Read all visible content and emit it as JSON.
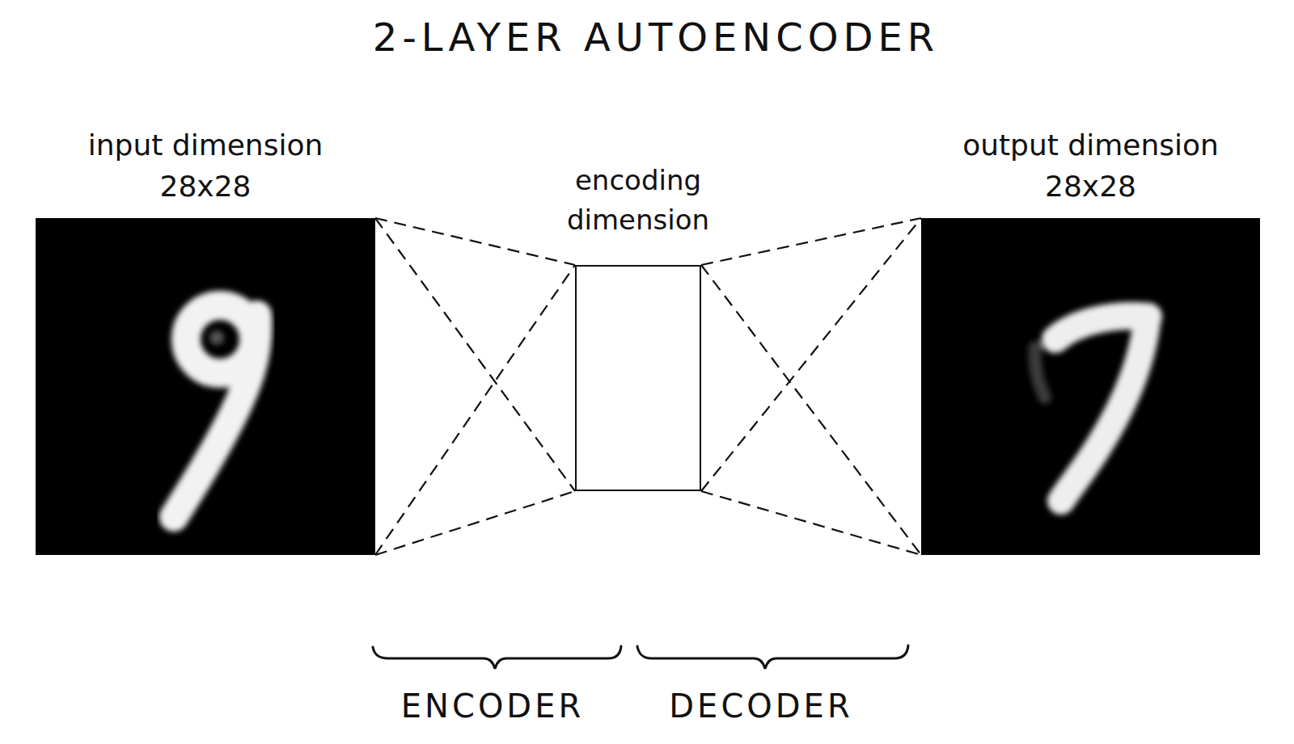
{
  "diagram": {
    "title": "2-LAYER AUTOENCODER",
    "nodes": [
      {
        "text": [
          "input dimension 28x28"
        ]
      },
      {
        "text": [
          "encoding dimension"
        ]
      },
      {
        "text": [
          "output dimension 28x28"
        ]
      }
    ],
    "edges": [
      {
        "from": 0,
        "to": 1,
        "arrow": "none"
      },
      {
        "from": 0,
        "to": 1,
        "arrow": "none"
      },
      {
        "from": 0,
        "to": 1,
        "arrow": "none"
      },
      {
        "from": 0,
        "to": 1,
        "arrow": "none"
      },
      {
        "from": 1,
        "to": 2,
        "arrow": "none"
      },
      {
        "from": 1,
        "to": 2,
        "arrow": "none"
      },
      {
        "from": 1,
        "to": 2,
        "arrow": "none"
      },
      {
        "from": 1,
        "to": 2,
        "arrow": "none"
      }
    ],
    "labels": [
      "ENCODER",
      "DECODER"
    ]
  }
}
